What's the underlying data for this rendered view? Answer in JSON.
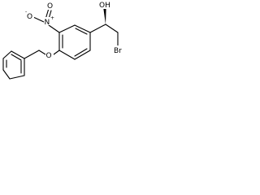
{
  "molecule": {
    "atoms": {
      "nitro_n": "N",
      "nitro_plus": "+",
      "nitro_o_left": "O",
      "nitro_o_left_minus": "-",
      "nitro_o_top": "O",
      "hydroxyl": "OH",
      "bromine": "Br",
      "ether_o": "O"
    },
    "colors": {
      "bond": "#000000",
      "background": "#ffffff"
    }
  }
}
